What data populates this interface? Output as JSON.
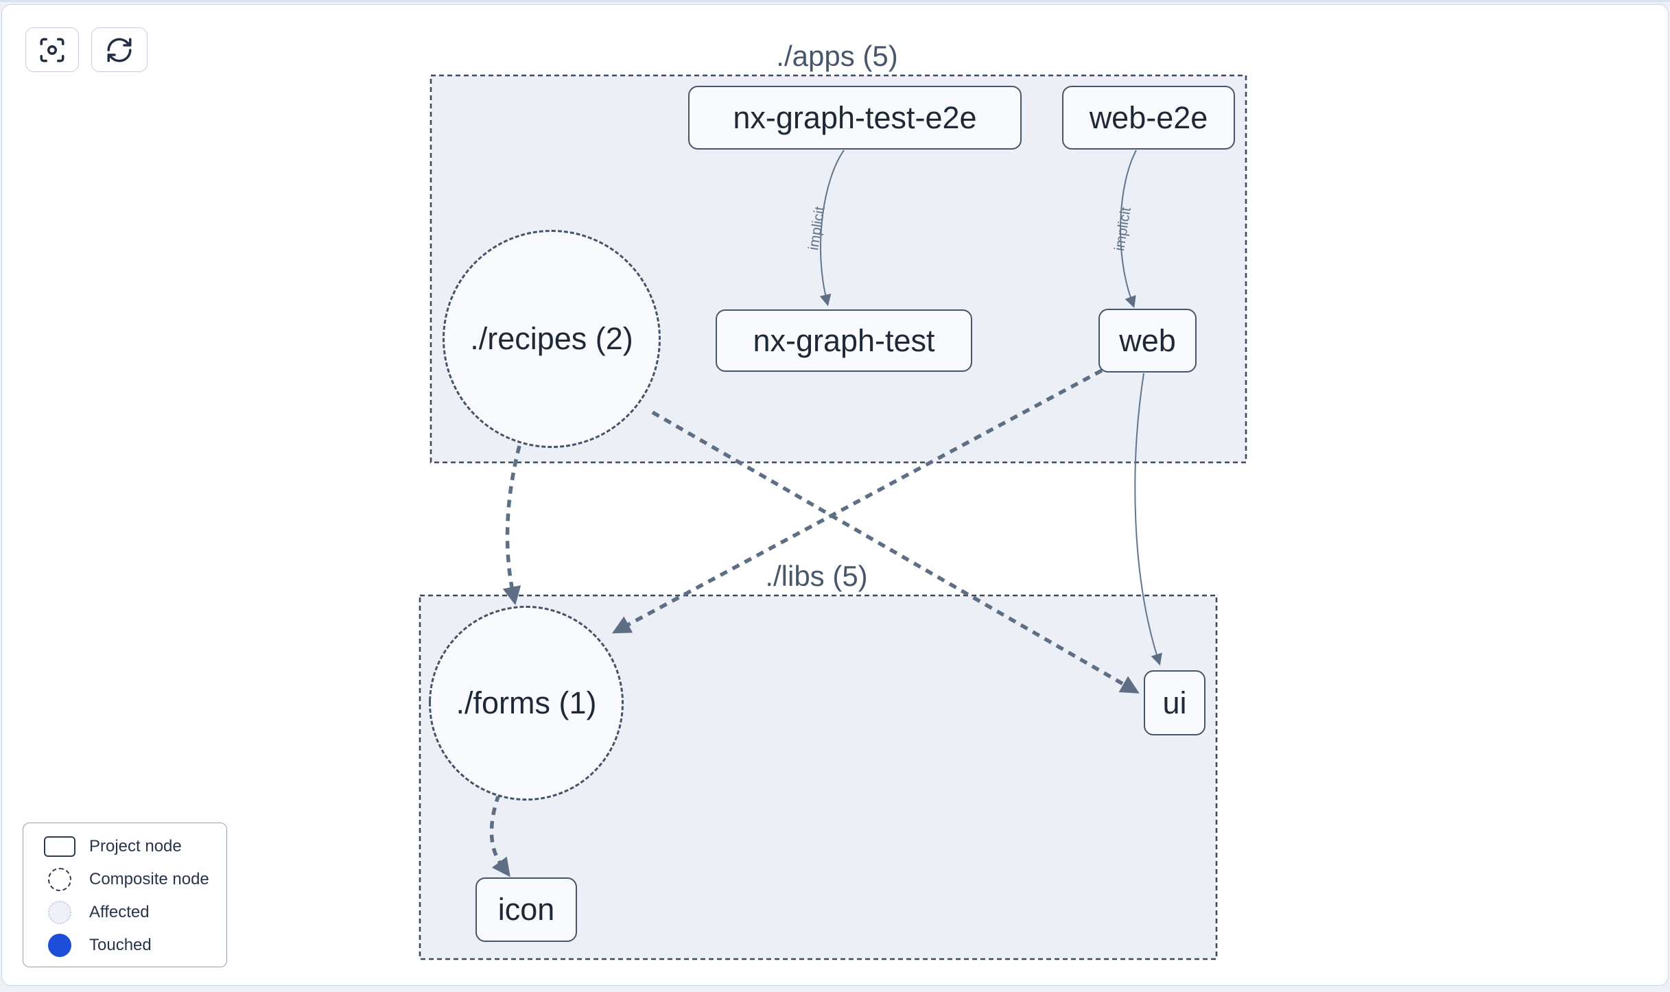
{
  "toolbar": {
    "focus_button": {
      "icon": "focus-icon"
    },
    "refresh_button": {
      "icon": "refresh-icon"
    }
  },
  "graph": {
    "groups": [
      {
        "label": "./apps (5)"
      },
      {
        "label": "./libs (5)"
      }
    ],
    "nodes": {
      "nx_graph_test_e2e": "nx-graph-test-e2e",
      "web_e2e": "web-e2e",
      "recipes": "./recipes (2)",
      "nx_graph_test": "nx-graph-test",
      "web": "web",
      "forms": "./forms (1)",
      "ui": "ui",
      "icon": "icon"
    },
    "edge_label_implicit": "implicit"
  },
  "legend": {
    "items": [
      {
        "label": "Project node"
      },
      {
        "label": "Composite node"
      },
      {
        "label": "Affected"
      },
      {
        "label": "Touched"
      }
    ]
  },
  "colors": {
    "touched_blue": "#1d4ed8",
    "edge": "#5d6e85",
    "group_border": "#3d4a5e",
    "group_fill": "#ecf0f6",
    "node_border": "#475569",
    "canvas_border": "#cbd5e1"
  }
}
